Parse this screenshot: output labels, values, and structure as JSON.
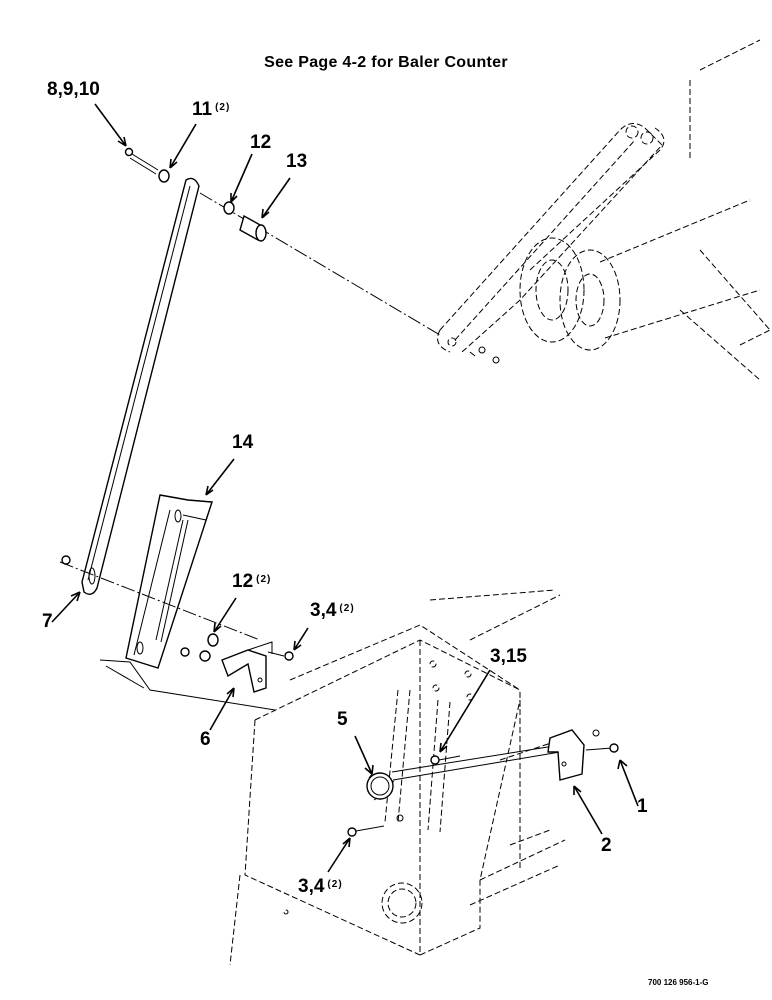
{
  "header": {
    "text": "See Page 4-2 for Baler Counter"
  },
  "callouts": [
    {
      "id": "c-8-9-10",
      "label": "8,9,10",
      "qty": ""
    },
    {
      "id": "c-11",
      "label": "11",
      "qty": "(2)"
    },
    {
      "id": "c-12-top",
      "label": "12",
      "qty": ""
    },
    {
      "id": "c-13",
      "label": "13",
      "qty": ""
    },
    {
      "id": "c-14",
      "label": "14",
      "qty": ""
    },
    {
      "id": "c-7",
      "label": "7",
      "qty": ""
    },
    {
      "id": "c-12-mid",
      "label": "12",
      "qty": "(2)"
    },
    {
      "id": "c-3-4-top",
      "label": "3,4",
      "qty": "(2)"
    },
    {
      "id": "c-6",
      "label": "6",
      "qty": ""
    },
    {
      "id": "c-3-15",
      "label": "3,15",
      "qty": ""
    },
    {
      "id": "c-5",
      "label": "5",
      "qty": ""
    },
    {
      "id": "c-1",
      "label": "1",
      "qty": ""
    },
    {
      "id": "c-2",
      "label": "2",
      "qty": ""
    },
    {
      "id": "c-3-4-bottom",
      "label": "3,4",
      "qty": "(2)"
    }
  ],
  "figure_number": "700 126 956-1-G"
}
